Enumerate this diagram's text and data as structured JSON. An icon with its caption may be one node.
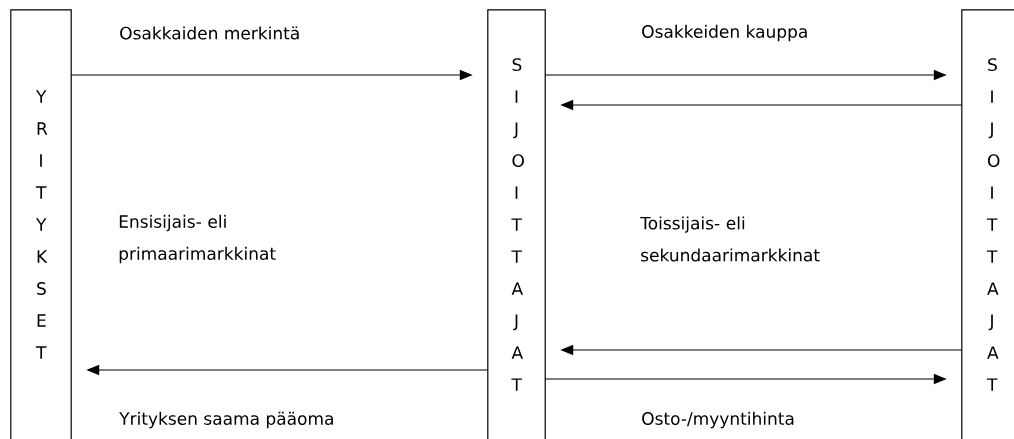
{
  "diagram": {
    "nodes": [
      {
        "text": [
          "Y R I T Y K S E T"
        ]
      },
      {
        "text": [
          "S I J O I T T A J A T"
        ]
      },
      {
        "text": [
          "S I J O I T T A J A T"
        ]
      }
    ],
    "edges": [
      {
        "from": 0,
        "to": 1,
        "arrow": "to",
        "label": "Osakkaiden merkintä"
      },
      {
        "from": 1,
        "to": 0,
        "arrow": "to",
        "label": "Yrityksen saama pääoma"
      },
      {
        "from": 1,
        "to": 2,
        "arrow": "to",
        "label": "Osakkeiden kauppa"
      },
      {
        "from": 2,
        "to": 1,
        "arrow": "to"
      },
      {
        "from": 2,
        "to": 1,
        "arrow": "to"
      },
      {
        "from": 1,
        "to": 2,
        "arrow": "to",
        "label": "Osto-/myyntihinta"
      }
    ],
    "labels": [
      "Ensisijais- eli primaarimarkkinat",
      "Toissijais- eli sekundaarimarkkinat"
    ]
  }
}
